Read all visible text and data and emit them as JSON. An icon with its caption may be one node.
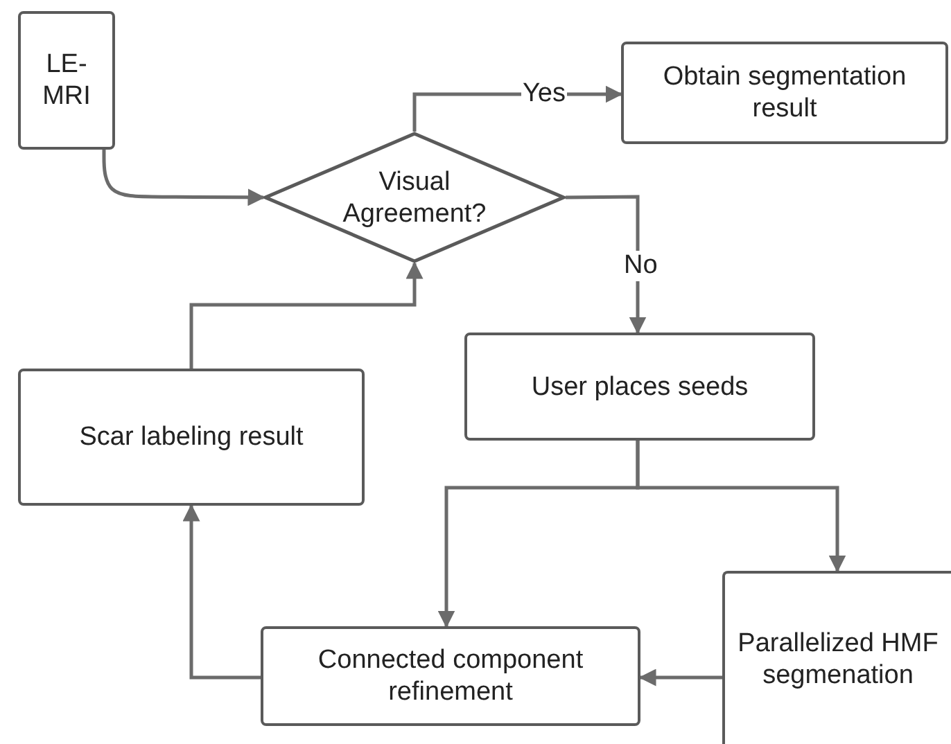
{
  "diagram": {
    "nodes": [
      {
        "text": [
          "LE-MRI"
        ]
      },
      {
        "text": [
          "Visual Agreement?"
        ]
      },
      {
        "text": [
          "Obtain segmentation result"
        ]
      },
      {
        "text": [
          "User places seeds"
        ]
      },
      {
        "text": [
          "Scar labeling result"
        ]
      },
      {
        "text": [
          "Connected component refinement"
        ]
      },
      {
        "text": [
          "Parallelized HMF segmenation"
        ]
      }
    ],
    "edges": [
      {
        "from": 0,
        "to": 1,
        "arrow": "to"
      },
      {
        "from": 1,
        "to": 2,
        "arrow": "to",
        "label": "Yes"
      },
      {
        "from": 1,
        "to": 3,
        "arrow": "to",
        "label": "No"
      },
      {
        "from": 3,
        "to": 5,
        "arrow": "to"
      },
      {
        "from": 3,
        "to": 6,
        "arrow": "to"
      },
      {
        "from": 6,
        "to": 5,
        "arrow": "to"
      },
      {
        "from": 5,
        "to": 4,
        "arrow": "to"
      },
      {
        "from": 4,
        "to": 1,
        "arrow": "to"
      }
    ]
  }
}
